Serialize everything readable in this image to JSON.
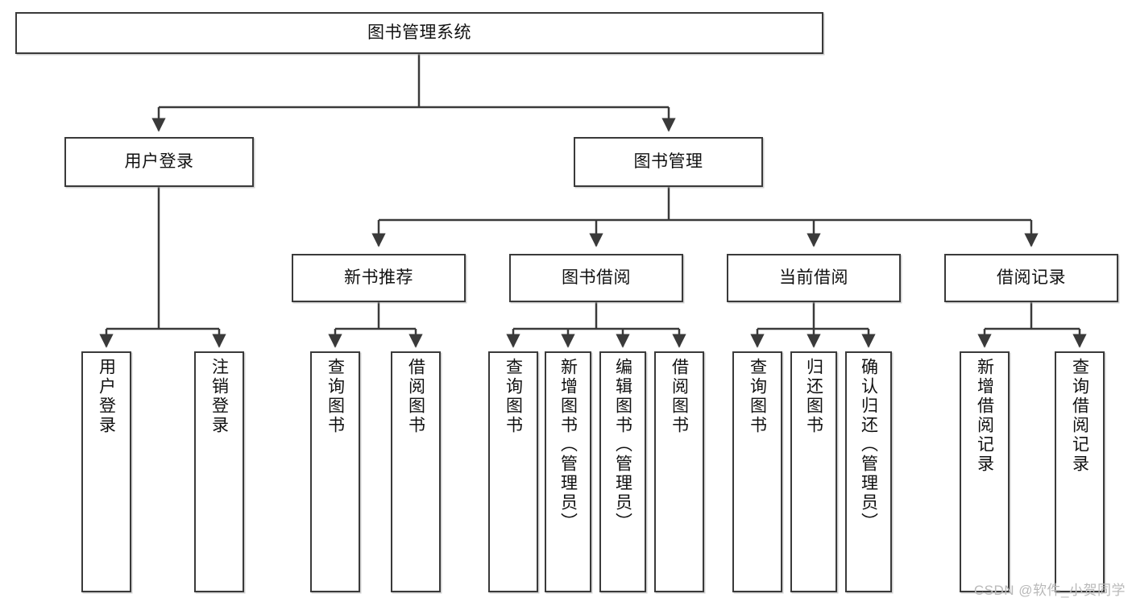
{
  "diagram": {
    "title_node": {
      "label": "图书管理系统"
    },
    "level2": [
      {
        "id": "user-login",
        "label": "用户登录"
      },
      {
        "id": "book-manage",
        "label": "图书管理"
      }
    ],
    "level3": [
      {
        "id": "new-book-recommend",
        "label": "新书推荐"
      },
      {
        "id": "book-borrow",
        "label": "图书借阅"
      },
      {
        "id": "current-borrow",
        "label": "当前借阅"
      },
      {
        "id": "borrow-record",
        "label": "借阅记录"
      }
    ],
    "leaves": [
      {
        "id": "leaf-user-login",
        "label": "用户登录",
        "parent": "user-login"
      },
      {
        "id": "leaf-logout-login",
        "label": "注销登录",
        "parent": "user-login"
      },
      {
        "id": "leaf-query-book-1",
        "label": "查询图书",
        "parent": "new-book-recommend"
      },
      {
        "id": "leaf-borrow-book-1",
        "label": "借阅图书",
        "parent": "new-book-recommend"
      },
      {
        "id": "leaf-query-book-2",
        "label": "查询图书",
        "parent": "book-borrow"
      },
      {
        "id": "leaf-add-book-admin",
        "label": "新增图书（管理员）",
        "parent": "book-borrow"
      },
      {
        "id": "leaf-edit-book-admin",
        "label": "编辑图书（管理员）",
        "parent": "book-borrow"
      },
      {
        "id": "leaf-borrow-book-2",
        "label": "借阅图书",
        "parent": "book-borrow"
      },
      {
        "id": "leaf-query-book-3",
        "label": "查询图书",
        "parent": "current-borrow"
      },
      {
        "id": "leaf-return-book",
        "label": "归还图书",
        "parent": "current-borrow"
      },
      {
        "id": "leaf-confirm-return",
        "label": "确认归还（管理员）",
        "parent": "current-borrow"
      },
      {
        "id": "leaf-add-borrow-rec",
        "label": "新增借阅记录",
        "parent": "borrow-record"
      },
      {
        "id": "leaf-query-borrow-rec",
        "label": "查询借阅记录",
        "parent": "borrow-record"
      }
    ],
    "watermark": "CSDN @软件_小贺同学",
    "colors": {
      "stroke": "#3a3a3a",
      "text": "#111111",
      "background": "#ffffff",
      "watermark": "#b9b9b9"
    }
  }
}
